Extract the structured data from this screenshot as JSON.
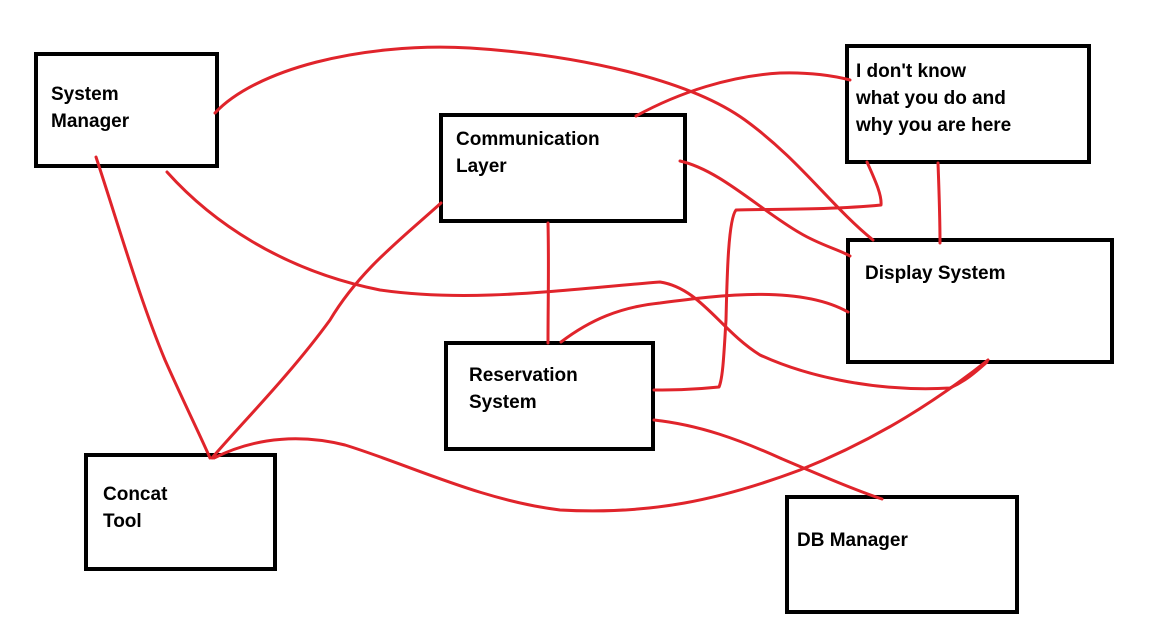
{
  "colors": {
    "connector": "#e0242b",
    "box_border": "#000000",
    "background": "#ffffff"
  },
  "nodes": {
    "system_manager": {
      "lines": [
        "System",
        "Manager"
      ]
    },
    "communication_layer": {
      "lines": [
        "Communication",
        "Layer"
      ]
    },
    "unknown": {
      "lines": [
        "I don't know",
        "what you do and",
        "why you are here"
      ]
    },
    "display_system": {
      "lines": [
        "Display System"
      ]
    },
    "reservation_system": {
      "lines": [
        "Reservation",
        "System"
      ]
    },
    "concat_tool": {
      "lines": [
        "Concat",
        "Tool"
      ]
    },
    "db_manager": {
      "lines": [
        "DB Manager"
      ]
    }
  }
}
